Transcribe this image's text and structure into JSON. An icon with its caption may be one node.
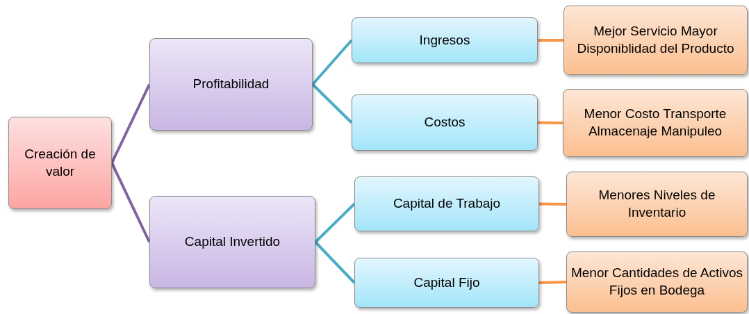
{
  "diagram": {
    "nodes": [
      {
        "text": [
          "Creación de valor"
        ]
      },
      {
        "text": [
          "Profitabilidad"
        ]
      },
      {
        "text": [
          "Capital Invertido"
        ]
      },
      {
        "text": [
          "Ingresos"
        ]
      },
      {
        "text": [
          "Costos"
        ]
      },
      {
        "text": [
          "Capital de Trabajo"
        ]
      },
      {
        "text": [
          "Capital Fijo"
        ]
      },
      {
        "text": [
          "Mejor Servicio Mayor Disponiblidad del Producto"
        ]
      },
      {
        "text": [
          "Menor Costo Transporte Almacenaje Manipuleo"
        ]
      },
      {
        "text": [
          "Menores Niveles de Inventario"
        ]
      },
      {
        "text": [
          "Menor Cantidades de Activos Fijos en Bodega"
        ]
      }
    ],
    "edges": [
      {
        "from": 0,
        "to": 1,
        "arrow": "none",
        "color": "#8064a2"
      },
      {
        "from": 0,
        "to": 2,
        "arrow": "none",
        "color": "#8064a2"
      },
      {
        "from": 1,
        "to": 3,
        "arrow": "none",
        "color": "#4bacc6"
      },
      {
        "from": 1,
        "to": 4,
        "arrow": "none",
        "color": "#4bacc6"
      },
      {
        "from": 2,
        "to": 5,
        "arrow": "none",
        "color": "#4bacc6"
      },
      {
        "from": 2,
        "to": 6,
        "arrow": "none",
        "color": "#4bacc6"
      },
      {
        "from": 3,
        "to": 7,
        "arrow": "none",
        "color": "#f79646"
      },
      {
        "from": 4,
        "to": 8,
        "arrow": "none",
        "color": "#f79646"
      },
      {
        "from": 5,
        "to": 9,
        "arrow": "none",
        "color": "#f79646"
      },
      {
        "from": 6,
        "to": 10,
        "arrow": "none",
        "color": "#f79646"
      }
    ]
  }
}
